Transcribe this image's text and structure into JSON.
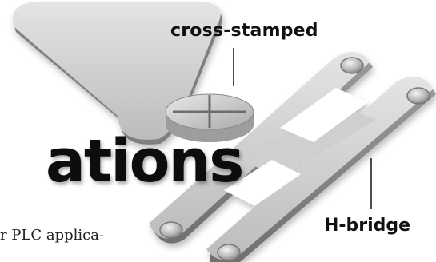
{
  "labels": {
    "cross_stamped": "cross-stamped",
    "h_bridge": "H-bridge"
  },
  "headline": "ations",
  "body_fragment": "r PLC applica-",
  "colors": {
    "metal_light": "#d9d9d9",
    "metal_mid": "#bdbdbd",
    "metal_dark": "#8a8a8a",
    "text": "#111111"
  }
}
